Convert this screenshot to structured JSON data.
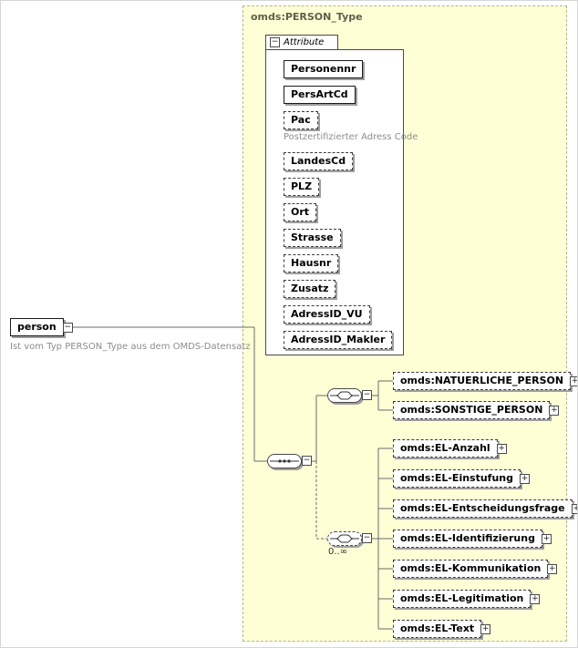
{
  "type_box": {
    "title": "omds:PERSON_Type"
  },
  "attributes": {
    "label": "Attribute",
    "items": [
      {
        "name": "Personennr"
      },
      {
        "name": "PersArtCd"
      },
      {
        "name": "Pac",
        "annotation": "Postzertifizierter Adress Code"
      },
      {
        "name": "LandesCd"
      },
      {
        "name": "PLZ"
      },
      {
        "name": "Ort"
      },
      {
        "name": "Strasse"
      },
      {
        "name": "Hausnr"
      },
      {
        "name": "Zusatz"
      },
      {
        "name": "AdressID_VU"
      },
      {
        "name": "AdressID_Makler"
      }
    ]
  },
  "root_element": {
    "name": "person",
    "annotation": "Ist vom Typ PERSON_Type aus dem OMDS-Datensatz"
  },
  "person_choice": {
    "items": [
      {
        "name": "omds:NATUERLICHE_PERSON"
      },
      {
        "name": "omds:SONSTIGE_PERSON"
      }
    ]
  },
  "el_choice": {
    "occurrence": "0..∞",
    "items": [
      {
        "name": "omds:EL-Anzahl"
      },
      {
        "name": "omds:EL-Einstufung"
      },
      {
        "name": "omds:EL-Entscheidungsfrage"
      },
      {
        "name": "omds:EL-Identifizierung"
      },
      {
        "name": "omds:EL-Kommunikation"
      },
      {
        "name": "omds:EL-Legitimation"
      },
      {
        "name": "omds:EL-Text"
      }
    ]
  },
  "glyphs": {
    "collapse": "−",
    "expand": "+"
  },
  "colors": {
    "type_background": "#ffffd6",
    "node_shadow": "#9e9e9e",
    "connector": "#6b6b6b",
    "annotation_text": "#8c8c8c"
  }
}
